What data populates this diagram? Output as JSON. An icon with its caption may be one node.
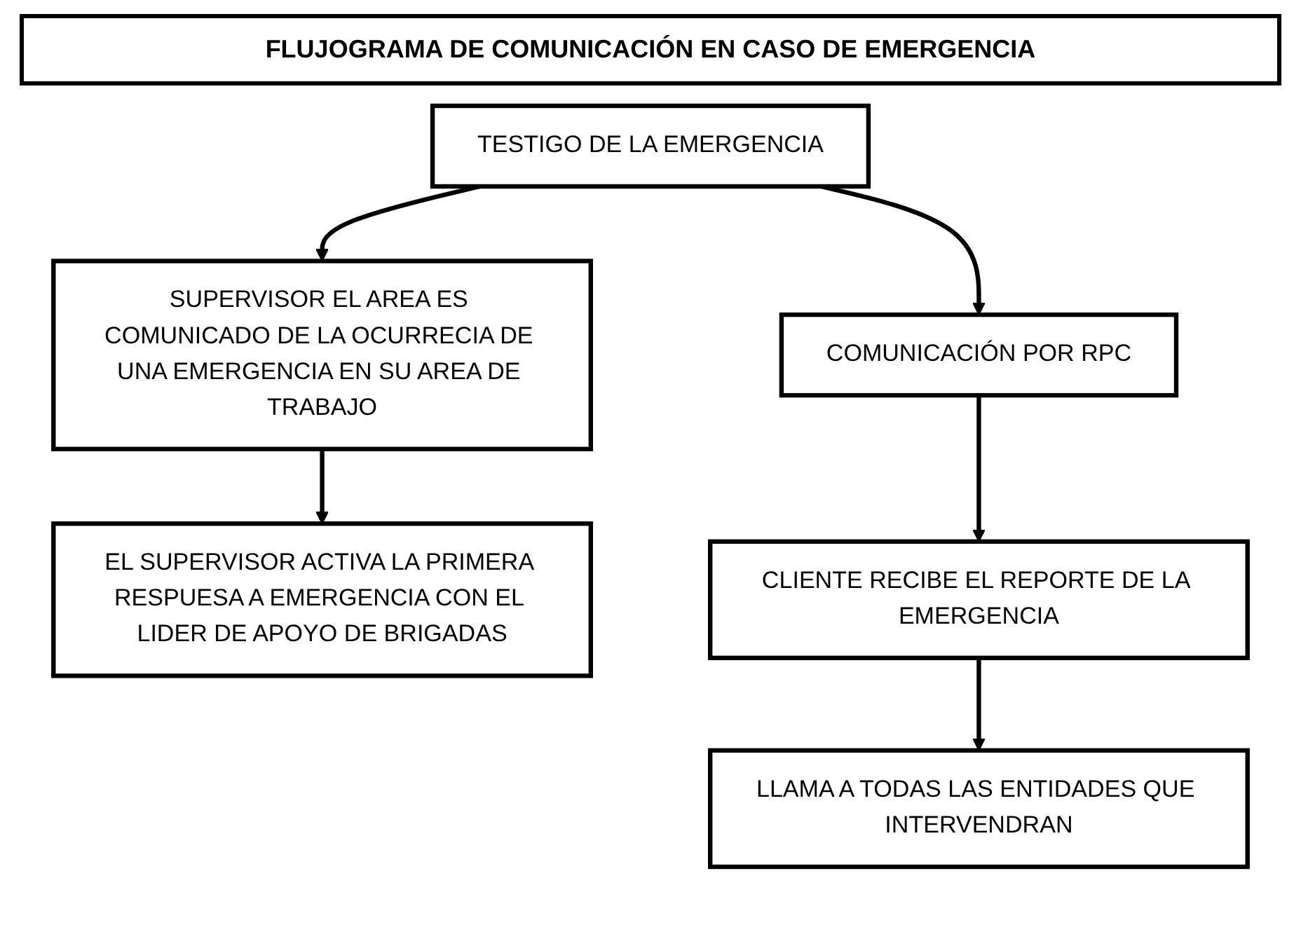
{
  "diagram": {
    "title": "FLUJOGRAMA DE COMUNICACIÓN EN CASO DE EMERGENCIA",
    "nodes": [
      {
        "text": [
          "TESTIGO DE LA EMERGENCIA"
        ]
      },
      {
        "text": [
          "SUPERVISOR EL AREA ES COMUNICADO DE LA OCURRECIA DE UNA EMERGENCIA EN SU AREA DE TRABAJO"
        ]
      },
      {
        "text": [
          "COMUNICACIÓN POR RPC"
        ]
      },
      {
        "text": [
          "EL SUPERVISOR ACTIVA LA PRIMERA RESPUESA A EMERGENCIA CON EL LIDER DE APOYO DE BRIGADAS"
        ]
      },
      {
        "text": [
          "CLIENTE RECIBE EL REPORTE DE LA EMERGENCIA"
        ]
      },
      {
        "text": [
          "LLAMA A TODAS LAS ENTIDADES QUE INTERVENDRAN"
        ]
      }
    ],
    "edges": [
      {
        "from": 0,
        "to": 1,
        "arrow": "to"
      },
      {
        "from": 0,
        "to": 2,
        "arrow": "to"
      },
      {
        "from": 1,
        "to": 3,
        "arrow": "to"
      },
      {
        "from": 2,
        "to": 4,
        "arrow": "to"
      },
      {
        "from": 4,
        "to": 5,
        "arrow": "to"
      }
    ]
  }
}
